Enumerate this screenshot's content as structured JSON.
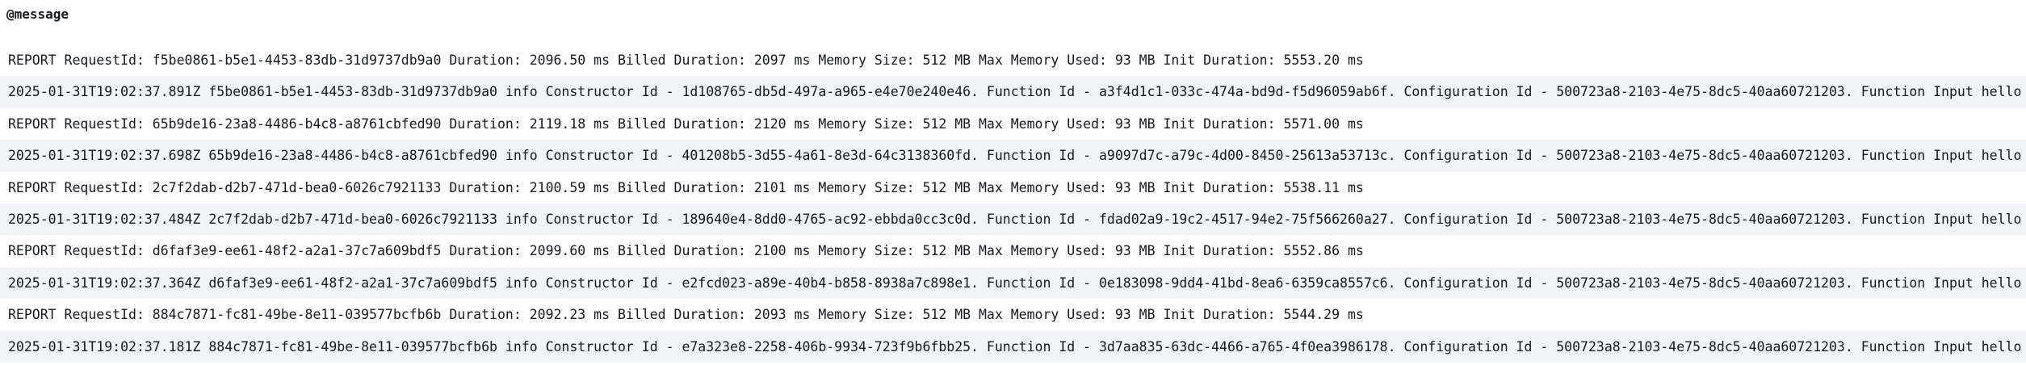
{
  "column_header": "@message",
  "rows": [
    "REPORT RequestId: f5be0861-b5e1-4453-83db-31d9737db9a0 Duration: 2096.50 ms Billed Duration: 2097 ms Memory Size: 512 MB Max Memory Used: 93 MB Init Duration: 5553.20 ms",
    "2025-01-31T19:02:37.891Z f5be0861-b5e1-4453-83db-31d9737db9a0 info Constructor Id - 1d108765-db5d-497a-a965-e4e70e240e46. Function Id - a3f4d1c1-033c-474a-bd9d-f5d96059ab6f. Configuration Id - 500723a8-2103-4e75-8dc5-40aa60721203. Function Input hello",
    "REPORT RequestId: 65b9de16-23a8-4486-b4c8-a8761cbfed90 Duration: 2119.18 ms Billed Duration: 2120 ms Memory Size: 512 MB Max Memory Used: 93 MB Init Duration: 5571.00 ms",
    "2025-01-31T19:02:37.698Z 65b9de16-23a8-4486-b4c8-a8761cbfed90 info Constructor Id - 401208b5-3d55-4a61-8e3d-64c3138360fd. Function Id - a9097d7c-a79c-4d00-8450-25613a53713c. Configuration Id - 500723a8-2103-4e75-8dc5-40aa60721203. Function Input hello",
    "REPORT RequestId: 2c7f2dab-d2b7-471d-bea0-6026c7921133 Duration: 2100.59 ms Billed Duration: 2101 ms Memory Size: 512 MB Max Memory Used: 93 MB Init Duration: 5538.11 ms",
    "2025-01-31T19:02:37.484Z 2c7f2dab-d2b7-471d-bea0-6026c7921133 info Constructor Id - 189640e4-8dd0-4765-ac92-ebbda0cc3c0d. Function Id - fdad02a9-19c2-4517-94e2-75f566260a27. Configuration Id - 500723a8-2103-4e75-8dc5-40aa60721203. Function Input hello",
    "REPORT RequestId: d6faf3e9-ee61-48f2-a2a1-37c7a609bdf5 Duration: 2099.60 ms Billed Duration: 2100 ms Memory Size: 512 MB Max Memory Used: 93 MB Init Duration: 5552.86 ms",
    "2025-01-31T19:02:37.364Z d6faf3e9-ee61-48f2-a2a1-37c7a609bdf5 info Constructor Id - e2fcd023-a89e-40b4-b858-8938a7c898e1. Function Id - 0e183098-9dd4-41bd-8ea6-6359ca8557c6. Configuration Id - 500723a8-2103-4e75-8dc5-40aa60721203. Function Input hello",
    "REPORT RequestId: 884c7871-fc81-49be-8e11-039577bcfb6b Duration: 2092.23 ms Billed Duration: 2093 ms Memory Size: 512 MB Max Memory Used: 93 MB Init Duration: 5544.29 ms",
    "2025-01-31T19:02:37.181Z 884c7871-fc81-49be-8e11-039577bcfb6b info Constructor Id - e7a323e8-2258-406b-9934-723f9b6fbb25. Function Id - 3d7aa835-63dc-4466-a765-4f0ea3986178. Configuration Id - 500723a8-2103-4e75-8dc5-40aa60721203. Function Input hello"
  ],
  "colors": {
    "alt_row_background": "#f2f3f7",
    "text": "#16191f"
  }
}
